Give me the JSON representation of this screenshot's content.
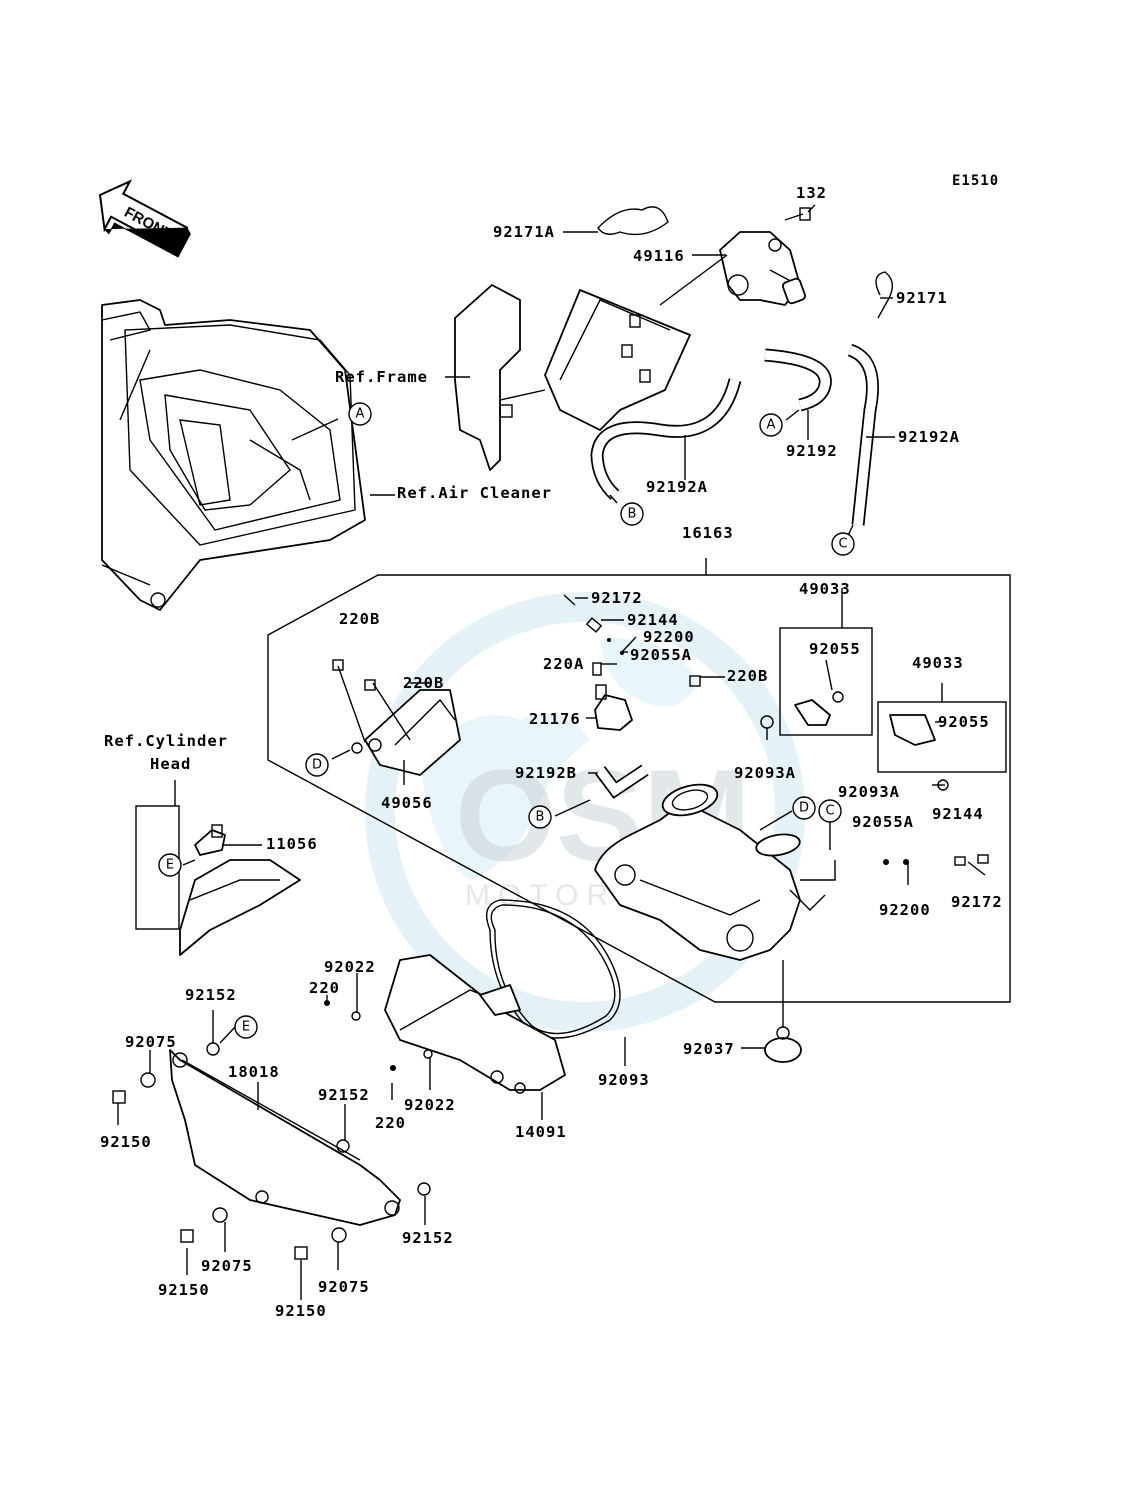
{
  "diagram_code": "E1510",
  "front_label": "FRONT",
  "watermark": {
    "brand": "OSM",
    "sub": "MOTORRAD"
  },
  "refs": {
    "frame": "Ref.Frame",
    "air_cleaner": "Ref.Air Cleaner",
    "cylinder_head_1": "Ref.Cylinder",
    "cylinder_head_2": "Head"
  },
  "connectors": [
    "A",
    "B",
    "C",
    "D",
    "E"
  ],
  "parts": {
    "p132": "132",
    "p92171A": "92171A",
    "p49116": "49116",
    "p92171": "92171",
    "p92192": "92192",
    "p92192A_1": "92192A",
    "p92192A_2": "92192A",
    "p16163": "16163",
    "p92172_1": "92172",
    "p92144_1": "92144",
    "p92200_1": "92200",
    "p92055A_1": "92055A",
    "p220A": "220A",
    "p220B_1": "220B",
    "p220B_2": "220B",
    "p220B_3": "220B",
    "p49033_1": "49033",
    "p92055_1": "92055",
    "p49033_2": "49033",
    "p92055_2": "92055",
    "p21176": "21176",
    "p92192B": "92192B",
    "p49056": "49056",
    "p92093A_1": "92093A",
    "p92093A_2": "92093A",
    "p92055A_2": "92055A",
    "p92144_2": "92144",
    "p92200_2": "92200",
    "p92172_2": "92172",
    "p11056": "11056",
    "p92022_1": "92022",
    "p220_1": "220",
    "p92152_1": "92152",
    "p92075_1": "92075",
    "p18018": "18018",
    "p92150_1": "92150",
    "p92152_2": "92152",
    "p92022_2": "92022",
    "p220_2": "220",
    "p14091": "14091",
    "p92093": "92093",
    "p92037": "92037",
    "p92075_2": "92075",
    "p92150_2": "92150",
    "p92152_3": "92152",
    "p92075_3": "92075",
    "p92150_3": "92150"
  }
}
